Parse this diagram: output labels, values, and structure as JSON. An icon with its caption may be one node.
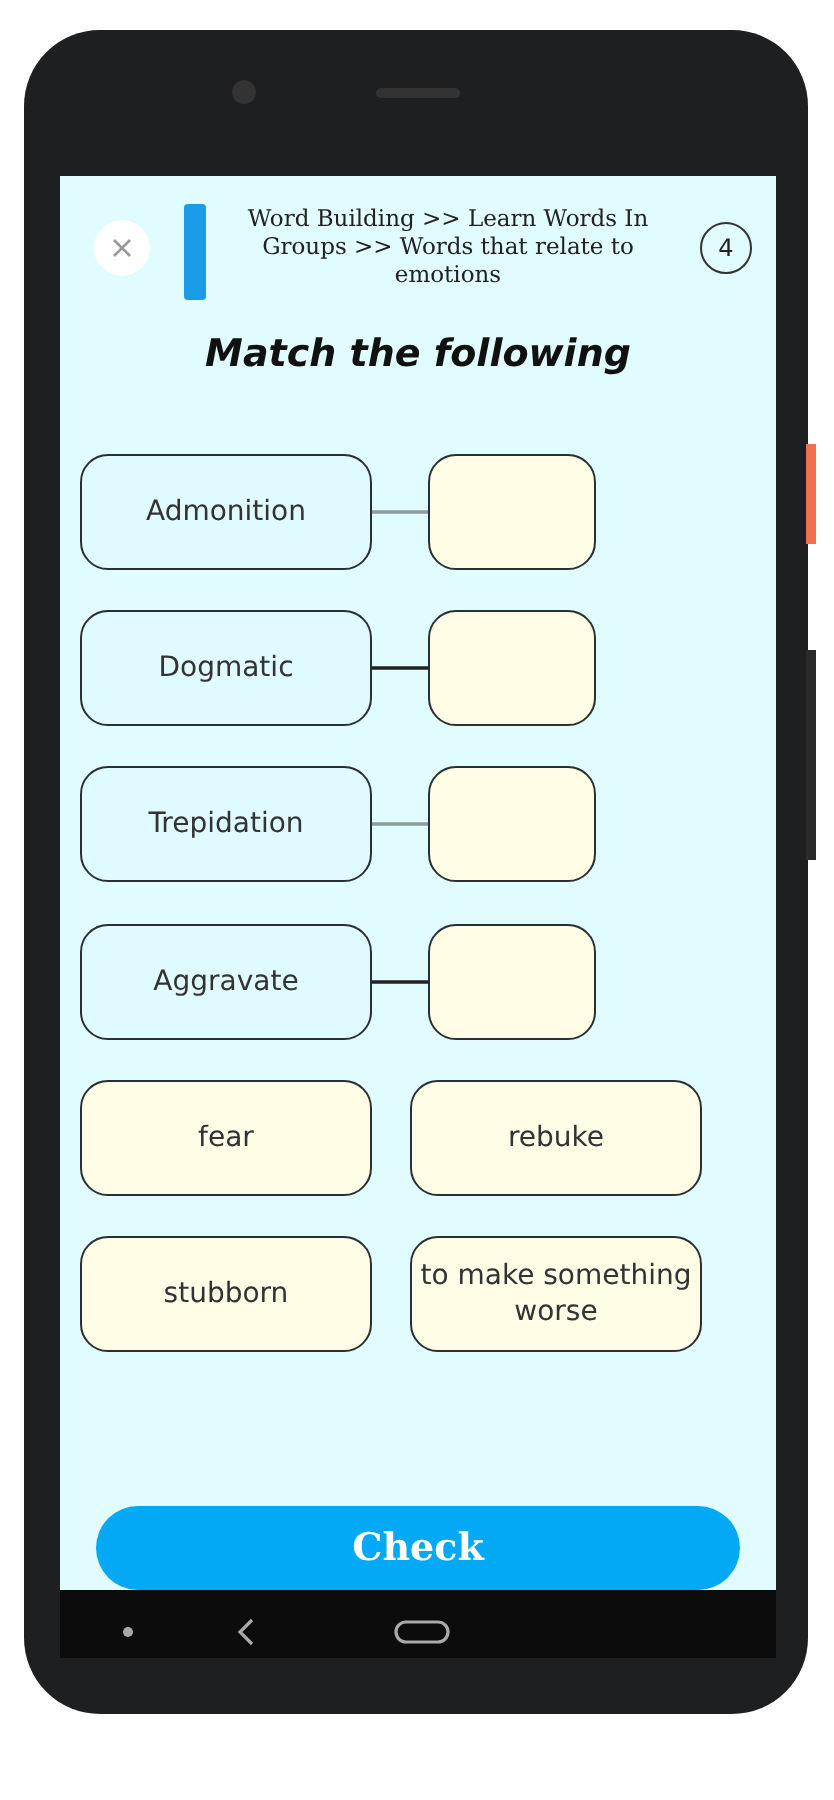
{
  "diagram": {
    "title": "Match the following",
    "nodes": [
      {
        "text": [
          "Admonition"
        ]
      },
      {
        "text": [],
        "shape": "box"
      },
      {
        "text": [
          "Dogmatic"
        ]
      },
      {
        "text": [],
        "shape": "box"
      },
      {
        "text": [
          "Trepidation"
        ]
      },
      {
        "text": [],
        "shape": "box"
      },
      {
        "text": [
          "Aggravate"
        ]
      },
      {
        "text": [],
        "shape": "box"
      },
      {
        "text": [
          "fear"
        ]
      },
      {
        "text": [
          "rebuke"
        ]
      },
      {
        "text": [
          "stubborn"
        ]
      },
      {
        "text": [
          "to make something worse"
        ]
      }
    ],
    "edges": [
      {
        "from": 0,
        "to": 1,
        "arrow": "none",
        "color": "#8c9c9c"
      },
      {
        "from": 2,
        "to": 3,
        "arrow": "none",
        "color": "#222222"
      },
      {
        "from": 4,
        "to": 5,
        "arrow": "none",
        "color": "#8c9c9c"
      },
      {
        "from": 6,
        "to": 7,
        "arrow": "none",
        "color": "#222222"
      }
    ],
    "labels": [
      "Word Building >> Learn Words In Groups >> Words that relate to emotions",
      "4",
      "Check"
    ]
  }
}
